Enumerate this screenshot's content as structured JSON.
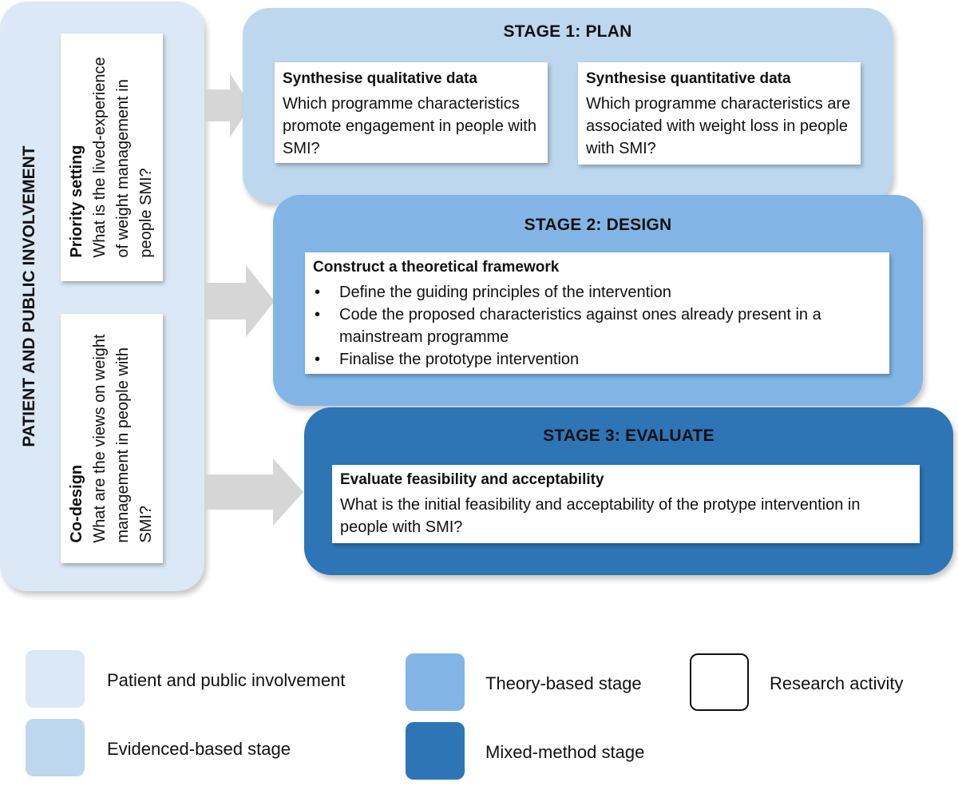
{
  "ppi": {
    "title": "PATIENT AND PUBLIC INVOLVEMENT",
    "priority": {
      "label": "Priority setting",
      "question": [
        "What is the lived-experience",
        "of weight management in",
        "people SMI?"
      ]
    },
    "codesign": {
      "label": "Co-design",
      "question": [
        "What are the views on weight",
        "management in people with",
        "SMI?"
      ]
    }
  },
  "stage1": {
    "title": "STAGE 1: PLAN",
    "qual": {
      "title": "Synthesise qualitative data",
      "body": "Which programme characteristics promote engagement in people with SMI?"
    },
    "quant": {
      "title": "Synthesise quantitative data",
      "body": "Which programme characteristics are associated with weight loss in people with SMI?"
    }
  },
  "stage2": {
    "title": "STAGE 2: DESIGN",
    "box_title": "Construct a theoretical framework",
    "bullets": [
      "Define the guiding principles of the intervention",
      "Code the proposed characteristics against ones already present in a mainstream programme",
      "Finalise the prototype intervention"
    ]
  },
  "stage3": {
    "title": "STAGE 3: EVALUATE",
    "box_title": "Evaluate feasibility and acceptability",
    "body": "What is the initial feasibility and acceptability of the protype intervention in people with SMI?"
  },
  "legend": {
    "ppi": "Patient and public involvement",
    "evidence": "Evidenced-based stage",
    "theory": "Theory-based stage",
    "mixed": "Mixed-method stage",
    "research": "Research activity"
  },
  "colors": {
    "ppi": "#dbe8f6",
    "evidence": "#bdd7ee",
    "theory": "#82b5e5",
    "mixed": "#2e75b6",
    "arrow": "#d6d6d6"
  }
}
